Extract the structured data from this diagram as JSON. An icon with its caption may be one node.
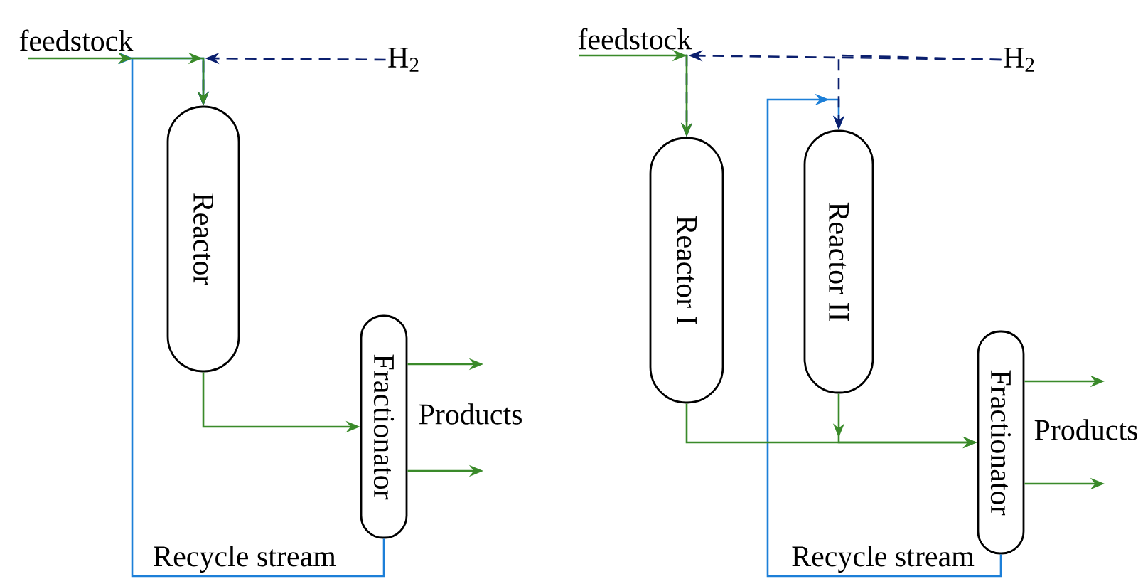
{
  "diagram": {
    "nodes": [
      {
        "text": [
          "feedstock"
        ]
      },
      {
        "text": [
          "H$_{2}$"
        ]
      },
      {
        "text": [
          "Reactor"
        ]
      },
      {
        "text": [
          "Fractionator"
        ],
        "beside": [
          "Products"
        ]
      },
      {
        "text": [
          "feedstock"
        ]
      },
      {
        "text": [
          "H$_{2}$"
        ]
      },
      {
        "text": [
          "Reactor I"
        ]
      },
      {
        "text": [
          "Reactor II"
        ]
      },
      {
        "text": [
          "Fractionator"
        ],
        "beside": [
          "Products"
        ]
      }
    ],
    "edges": [
      {
        "from": 0,
        "to": 2,
        "arrow": "to"
      },
      {
        "from": 1,
        "to": 2,
        "arrow": "to",
        "style": "dashed",
        "color": "#0b1f6e"
      },
      {
        "from": 3,
        "to": 2,
        "arrow": "to",
        "color": "#1c7fd8",
        "label": "Recycle stream"
      },
      {
        "from": 2,
        "to": 3,
        "arrow": "to"
      },
      {
        "from": 3,
        "to": null,
        "arrow": "to"
      },
      {
        "from": 3,
        "to": null,
        "arrow": "to"
      },
      {
        "from": 4,
        "to": 6,
        "arrow": "to"
      },
      {
        "from": 5,
        "to": 6,
        "arrow": "to",
        "style": "dashed",
        "color": "#0b1f6e"
      },
      {
        "from": 5,
        "to": 7,
        "arrow": "to",
        "style": "dashed",
        "color": "#0b1f6e"
      },
      {
        "from": 8,
        "to": 7,
        "arrow": "to",
        "color": "#1c7fd8",
        "label": "Recycle stream"
      },
      {
        "from": 6,
        "to": 8,
        "arrow": "to"
      },
      {
        "from": 7,
        "to": 8,
        "arrow": "to"
      },
      {
        "from": 8,
        "to": null,
        "arrow": "to"
      },
      {
        "from": 8,
        "to": null,
        "arrow": "to"
      }
    ]
  }
}
